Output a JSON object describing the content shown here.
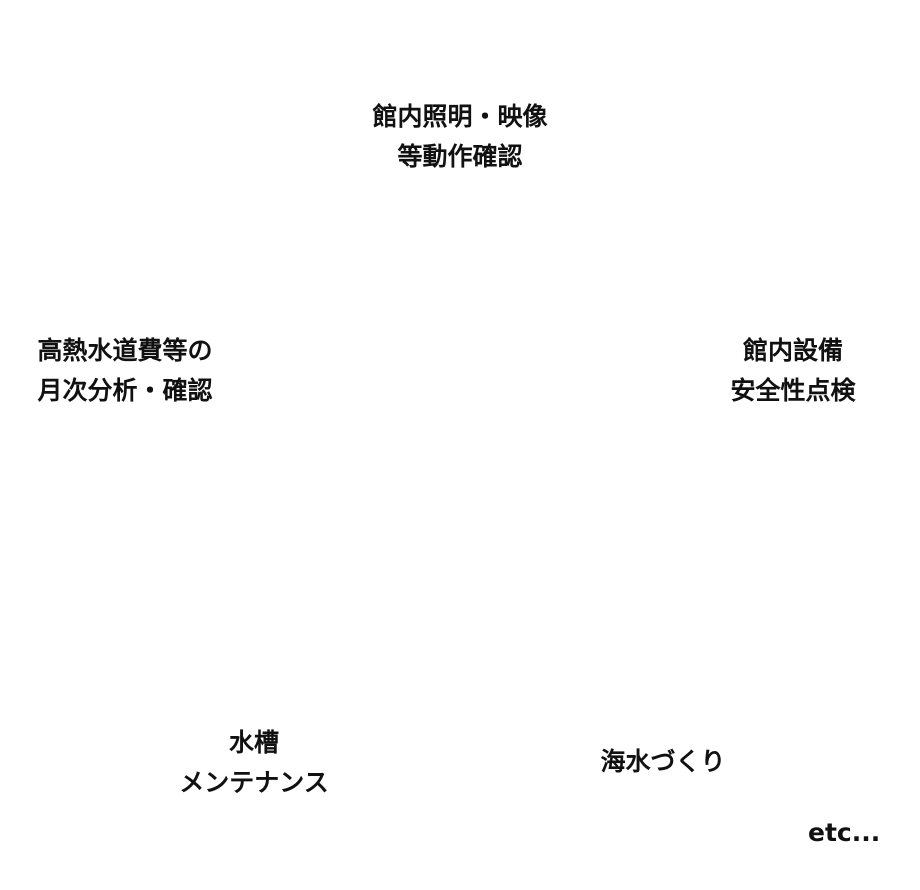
{
  "items": {
    "top": [
      "館内照明・映像",
      "等動作確認"
    ],
    "left": [
      "高熱水道費等の",
      "月次分析・確認"
    ],
    "right": [
      "館内設備",
      "安全性点検"
    ],
    "bottom_left": [
      "水槽",
      "メンテナンス"
    ],
    "bottom_right": [
      "海水づくり"
    ]
  },
  "etc": "etc..."
}
